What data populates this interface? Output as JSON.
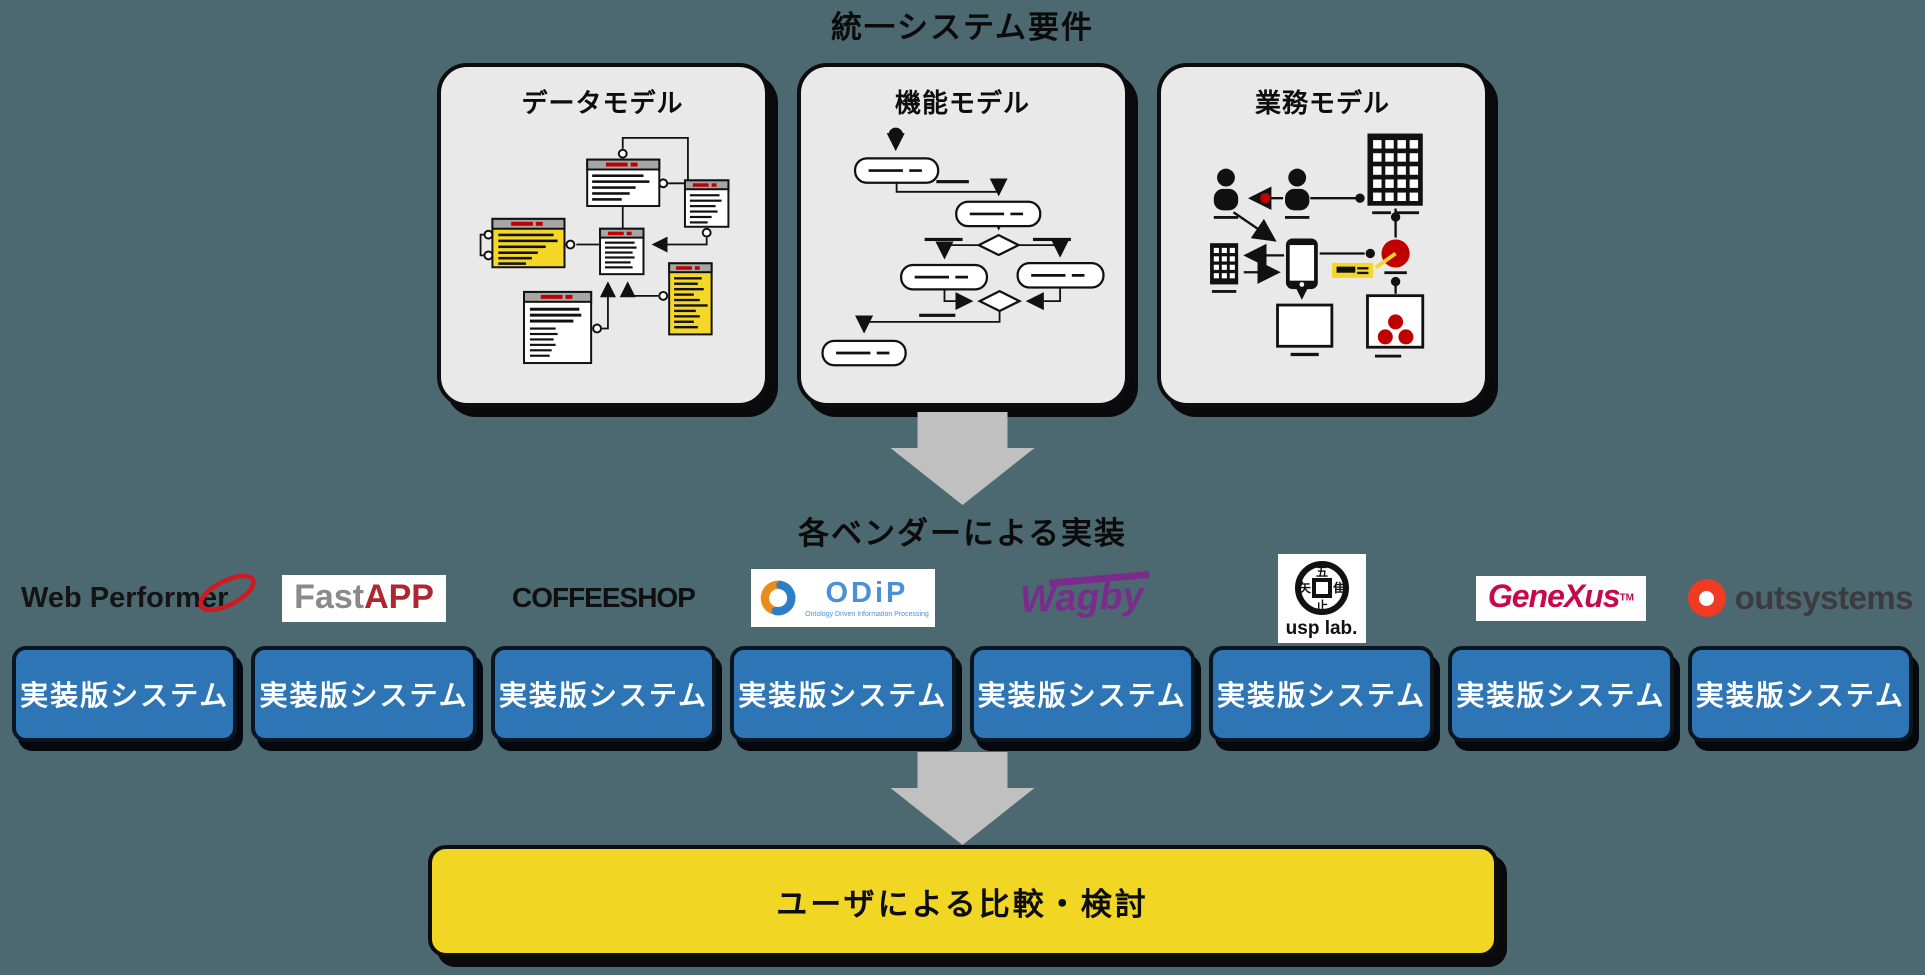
{
  "header": {
    "title": "統一システム要件"
  },
  "models": {
    "data_model": {
      "label": "データモデル"
    },
    "function_model": {
      "label": "機能モデル"
    },
    "business_model": {
      "label": "業務モデル"
    }
  },
  "implementation": {
    "heading": "各ベンダーによる実装",
    "vendors": [
      {
        "id": "web-performer",
        "name": "Web Performer",
        "box_label": "実装版システム"
      },
      {
        "id": "fastapp",
        "name": "FastAPP",
        "logo_part1": "Fast",
        "logo_part2": "APP",
        "box_label": "実装版システム"
      },
      {
        "id": "coffeeshop",
        "name": "COFFEESHOP",
        "box_label": "実装版システム"
      },
      {
        "id": "odip",
        "name": "ODiP",
        "tagline": "Ontology Driven Information Processing",
        "box_label": "実装版システム"
      },
      {
        "id": "wagby",
        "name": "Wagby",
        "box_label": "実装版システム"
      },
      {
        "id": "usp-lab",
        "name": "usp lab.",
        "coin_top": "五",
        "coin_right": "隹",
        "coin_bottom": "止",
        "coin_left": "矢",
        "box_label": "実装版システム"
      },
      {
        "id": "genexus",
        "name": "GeneXus",
        "trademark": "TM",
        "box_label": "実装版システム"
      },
      {
        "id": "outsystems",
        "name": "outsystems",
        "box_label": "実装版システム"
      }
    ]
  },
  "result": {
    "label": "ユーザによる比較・検討"
  },
  "colors": {
    "background": "#4C6971",
    "implementation_box_blue": "#2E75B6",
    "result_box_yellow": "#F1D624",
    "model_box_gray": "#E9E9E9",
    "arrow_gray": "#C0C0C0",
    "accent_red": "#C00000",
    "entity_yellow": "#F5D827"
  }
}
